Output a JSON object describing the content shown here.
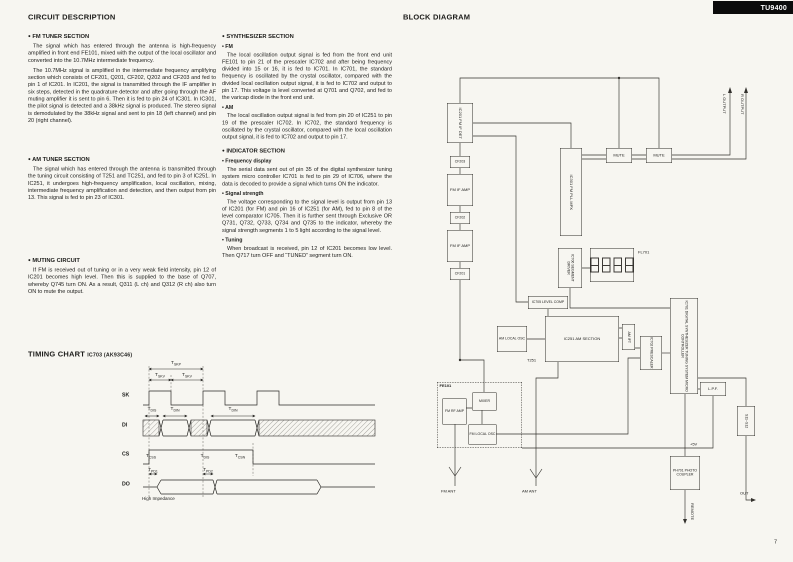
{
  "page": {
    "model": "TU9400",
    "page_number": "7"
  },
  "circuit_description": {
    "title": "CIRCUIT DESCRIPTION",
    "sections": [
      {
        "bullet": "●",
        "title": "FM TUNER SECTION",
        "paragraphs": [
          "The signal which has entered through the antenna is high-frequency amplified in front end FE101, mixed with the output of the local oscillator and converted into the 10.7MHz intermediate frequency.",
          "The 10.7MHz signal is amplified in the intermediate frequency amplifying section which consists of CF201, Q201, CF202, Q202 and CF203 and fed to pin 1 of IC201. In IC201, the signal is transmitted through the IF amplifier in six steps, detected in the quadrature detector and after going through the AF muting amplifier it is sent to pin 6. Then it is fed to pin 24 of IC301. In IC301, the pilot signal is detected and a 38kHz signal is produced. The stereo signal is demodulated by the 38kHz signal and sent to pin 18 (left channel) and pin 20 (right channel)."
        ]
      },
      {
        "bullet": "●",
        "title": "AM TUNER SECTION",
        "paragraphs": [
          "The signal which has entered through the antenna is transmitted through the tuning circuit consisting of T251 and TC251, and fed to pin 3 of IC251. In IC251, it undergoes high-frequency amplification, local oscillation, mixing, intermediate frequency amplification and detection, and then output from pin 13. This signal is fed to pin 23 of IC301."
        ]
      },
      {
        "bullet": "●",
        "title": "MUTING CIRCUIT",
        "paragraphs": [
          "If FM is received out of tuning or in a very weak field intensity, pin 12 of IC201 becomes high level. Then this is supplied to the base of Q707, whereby Q745 turn ON. As a result, Q311 (L ch) and Q312 (R ch) also turn ON to mute the output."
        ]
      },
      {
        "bullet": "●",
        "title": "SYNTHESIZER SECTION",
        "subsections": [
          {
            "bullet": "•",
            "title": "FM",
            "text": "The local oscillation output signal is fed from the front end unit FE101 to pin 21 of the prescaler IC702 and after being frequency divided into 15 or 16, it is fed to IC701. In IC701, the standard frequency is oscillated by the crystal oscillator, compared with the divided local oscillation output signal, it is fed to IC702 and output to pin 17. This voltage is level converted at Q701 and Q702, and fed to the varicap diode in the front end unit."
          },
          {
            "bullet": "•",
            "title": "AM",
            "text": "The local oscillation output signal is fed from pin 20 of IC251 to pin 19 of the prescaler IC702. In IC702, the standard frequency is oscillated by the crystal oscillator, compared with the local oscillation output signal, it is fed to IC702 and output to pin 17."
          }
        ]
      },
      {
        "bullet": "●",
        "title": "INDICATOR SECTION",
        "subsections": [
          {
            "bullet": "•",
            "title": "Frequency display",
            "text": "The serial data sent out of pin 35 of the digital synthesizer tuning system micro controller IC701 is fed to pin 29 of IC706, where the data is decoded to provide a signal which turns ON the indicator."
          },
          {
            "bullet": "•",
            "title": "Signal strength",
            "text": "The voltage corresponding to the signal level is output from pin 13 of IC201 (for FM) and pin 16 of IC251 (for AM), fed to pin 8 of the level comparator IC705. Then it is further sent through Exclusive OR Q731, Q732, Q733, Q734 and Q735 to the indicator, whereby the signal strength segments 1 to 5 light according to the signal level."
          },
          {
            "bullet": "•",
            "title": "Tuning",
            "text": "When broadcast is received, pin 12 of IC201 becomes low level. Then Q717 turn OFF and “TUNED” segment turn ON."
          }
        ]
      }
    ]
  },
  "timing_chart": {
    "title": "TIMING CHART",
    "subtitle": "IC703 (AK93C46)",
    "signals": {
      "sk": "SK",
      "di": "DI",
      "cs": "CS",
      "do": "DO"
    },
    "ann": {
      "tskp": {
        "base": "T",
        "sub": "SKP"
      },
      "tskv": {
        "base": "T",
        "sub": "SKV"
      },
      "tdis": {
        "base": "T",
        "sub": "DIS"
      },
      "tdin": {
        "base": "T",
        "sub": "DIN"
      },
      "tcss": {
        "base": "T",
        "sub": "CSS"
      },
      "tcsn": {
        "base": "T",
        "sub": "CSN"
      },
      "tpd1": {
        "base": "T",
        "sub": "PD1"
      },
      "tpd2": {
        "base": "T",
        "sub": "PD2"
      }
    },
    "high_impedance": "High Impedance"
  },
  "block_diagram": {
    "title": "BLOCK DIAGRAM",
    "display_icon": "seven-segment-display",
    "blocks": {
      "ic201": "IC201 FM IF DET",
      "cf203": "CF203",
      "cf202": "CF202",
      "cf201": "CF201",
      "fm_if_amp": "FM IF AMP",
      "fe101": "FE101",
      "fm_rf_amp": "FM RF AMP",
      "mixer": "MIXER",
      "fm_local_osc": "FM LOCAL OSC",
      "ic301": "IC301 FM PLL MPX",
      "mute": "MUTE",
      "ic706": "IC706 SEGMENT DRIVER",
      "fl701": "FL701",
      "ic705": "IC705 LEVEL COMP",
      "ic251": "IC251 AM SECTION",
      "am_ift": "AM IFT",
      "am_local_osc": "AM LOCAL OSC",
      "t251": "T251",
      "ic701": "IC701 DIGITAL SYNTHESIZER TUNING SYSTEM MICRO CONTROLLER",
      "ic702": "IC702 PRESCALER",
      "lpf": "L.P.F.",
      "s11_s12": "S11~S12",
      "ph701": "PH701 PHOTO COUPLER"
    },
    "labels": {
      "fm_ant": "FM ANT",
      "am_ant": "AM ANT",
      "l_output": "L OUTPUT",
      "r_output": "R OUTPUT",
      "plus5v": "+5V",
      "remote": "REMOTE",
      "out": "OUT"
    }
  }
}
